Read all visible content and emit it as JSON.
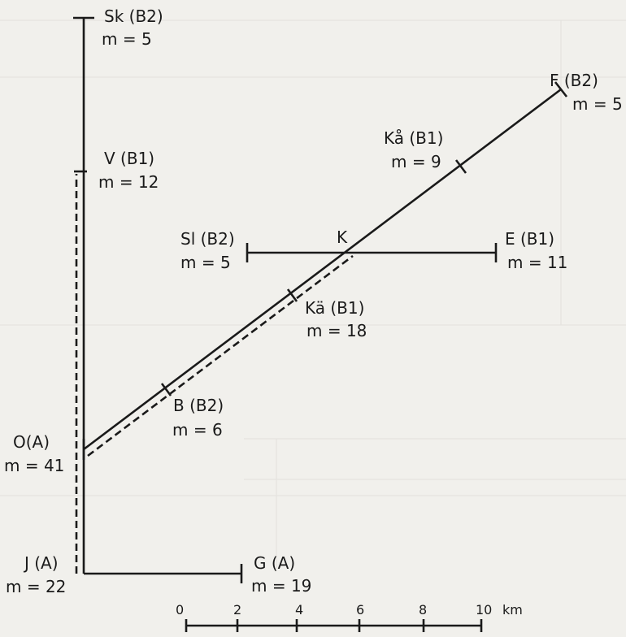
{
  "nodes": {
    "sk": {
      "name": "Sk (B2)",
      "m": "m = 5"
    },
    "f": {
      "name": "F (B2)",
      "m": "m = 5"
    },
    "ka": {
      "name": "Kå (B1)",
      "m": "m = 9"
    },
    "v": {
      "name": "V (B1)",
      "m": "m = 12"
    },
    "sl": {
      "name": "Sl (B2)",
      "m": "m = 5"
    },
    "k": {
      "name": "K"
    },
    "e": {
      "name": "E (B1)",
      "m": "m = 11"
    },
    "kae": {
      "name": "Kä (B1)",
      "m": "m = 18"
    },
    "b": {
      "name": "B (B2)",
      "m": "m = 6"
    },
    "o": {
      "name": "O(A)",
      "m": "m = 41"
    },
    "j": {
      "name": "J (A)",
      "m": "m = 22"
    },
    "g": {
      "name": "G (A)",
      "m": "m = 19"
    }
  },
  "scale": {
    "ticks": [
      "0",
      "2",
      "4",
      "6",
      "8",
      "10"
    ],
    "unit": "km"
  }
}
